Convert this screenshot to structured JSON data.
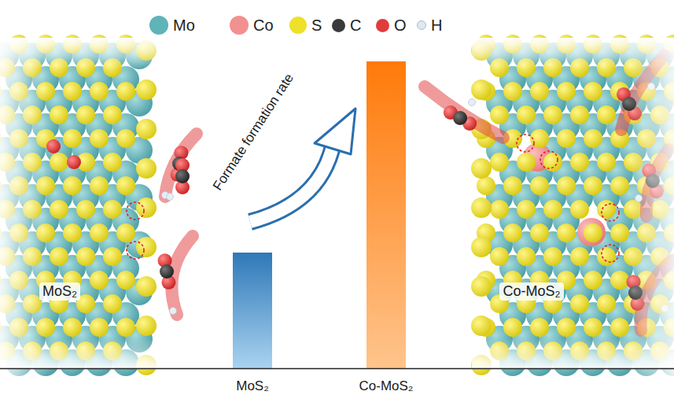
{
  "diagram": {
    "labels": [
      "Formate formation rate",
      "MoS₂",
      "Co-MoS₂",
      "MoS₂",
      "Co-MoS₂"
    ],
    "legend": [
      {
        "text": "Mo",
        "color": "#5fb3b9"
      },
      {
        "text": "Co",
        "color": "#f29090"
      },
      {
        "text": "S",
        "color": "#efe02a"
      },
      {
        "text": "C",
        "color": "#3a3a3a"
      },
      {
        "text": "O",
        "color": "#e23b3b"
      },
      {
        "text": "H",
        "color": "#dfe8f2"
      }
    ]
  }
}
